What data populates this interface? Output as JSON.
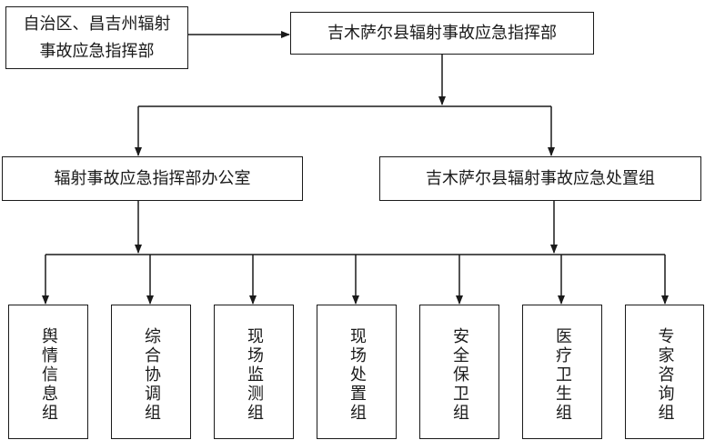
{
  "diagram": {
    "region_command": "自治区、昌吉州辐射事故应急指挥部",
    "county_command": "吉木萨尔县辐射事故应急指挥部",
    "command_office": "辐射事故应急指挥部办公室",
    "disposal_group": "吉木萨尔县辐射事故应急处置组",
    "groups": [
      "舆情信息组",
      "综合协调组",
      "现场监测组",
      "现场处置组",
      "安全保卫组",
      "医疗卫生组",
      "专家咨询组"
    ]
  },
  "colors": {
    "line": "#1a1a1a",
    "box_border": "#1a1a1a",
    "background": "#ffffff"
  }
}
